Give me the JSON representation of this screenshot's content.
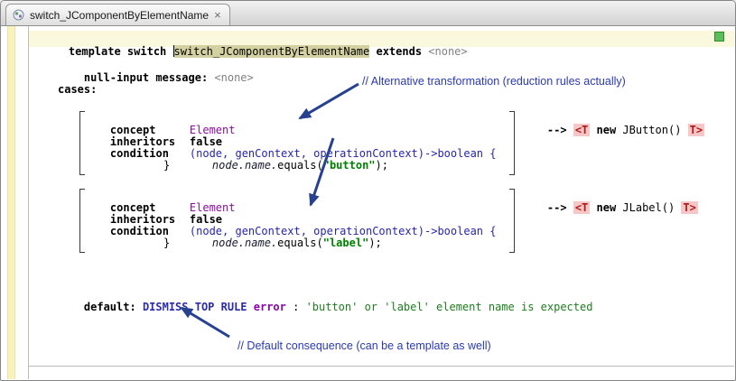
{
  "tab": {
    "title": "switch_JComponentByElementName",
    "close": "×"
  },
  "header": {
    "template_kw": "template switch ",
    "name": "switch_JComponentByElementName",
    "extends_kw": " extends ",
    "none": "<none>"
  },
  "null_input": {
    "label": "null-input message: ",
    "value": "<none>"
  },
  "cases_label": "cases:",
  "cases": [
    {
      "concept_label": "concept",
      "concept_value": "Element",
      "inheritors_label": "inheritors",
      "inheritors_value": "false",
      "condition_label": "condition",
      "signature": "(node, genContext, operationContext)->boolean {",
      "body_prefix": "node.name.",
      "body_call": "equals(",
      "body_string": "\"button\"",
      "body_suffix": ");",
      "brace": "}",
      "arrow": "--> ",
      "t_open": "<T",
      "new_kw": " new ",
      "ctor": "JButton() ",
      "t_close": "T>"
    },
    {
      "concept_label": "concept",
      "concept_value": "Element",
      "inheritors_label": "inheritors",
      "inheritors_value": "false",
      "condition_label": "condition",
      "signature": "(node, genContext, operationContext)->boolean {",
      "body_prefix": "node.name.",
      "body_call": "equals(",
      "body_string": "\"label\"",
      "body_suffix": ");",
      "brace": "}",
      "arrow": "--> ",
      "t_open": "<T",
      "new_kw": " new ",
      "ctor": "JLabel() ",
      "t_close": "T>"
    }
  ],
  "default_rule": {
    "label": "default: ",
    "action": "DISMISS TOP RULE",
    "severity": " error ",
    "colon": ": ",
    "message": "'button' or 'label' element name is expected"
  },
  "comments": {
    "alternative": "// Alternative transformation (reduction rules actually)",
    "default_c": "// Default consequence (can be a template as well)"
  },
  "colors": {
    "concept_purple": "#8a0f9e",
    "signature_blue": "#2626a8",
    "string_green": "#008000",
    "message_green": "#1d7d1d",
    "action_blue": "#2b2bad",
    "severity_purple": "#8a06a8",
    "token_red": "#b01818",
    "token_bg": "#f7c7c7",
    "comment_blue": "#2a3ab0",
    "arrow_blue": "#26418f",
    "name_highlight": "#d3d1a2",
    "header_line_bg": "#fbf9dd",
    "gutter_strip": "#f8f2bb",
    "status_green": "#5cbf5c"
  }
}
